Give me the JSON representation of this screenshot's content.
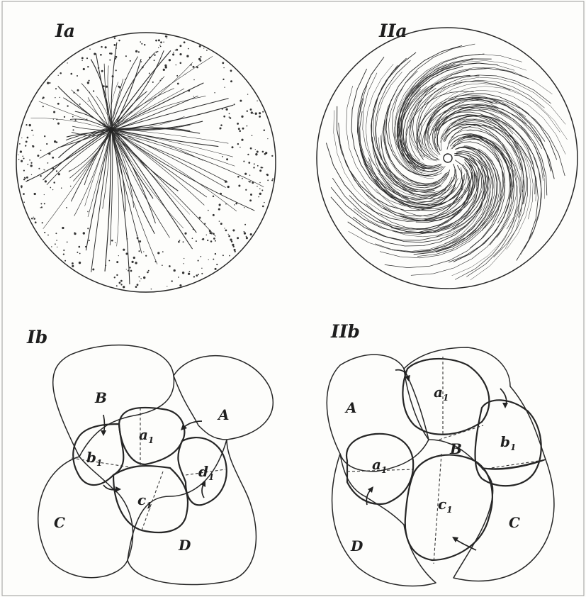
{
  "panels": [
    {
      "id": "Ia",
      "label": "Ia"
    },
    {
      "id": "IIa",
      "label": "IIa"
    },
    {
      "id": "Ib",
      "label": "Ib",
      "cells": [
        {
          "letter": "B",
          "sub": ""
        },
        {
          "letter": "A",
          "sub": ""
        },
        {
          "letter": "C",
          "sub": ""
        },
        {
          "letter": "D",
          "sub": ""
        },
        {
          "letter": "a",
          "sub": "1"
        },
        {
          "letter": "b",
          "sub": "1"
        },
        {
          "letter": "c",
          "sub": "1"
        },
        {
          "letter": "d",
          "sub": "1"
        }
      ]
    },
    {
      "id": "IIb",
      "label": "IIb",
      "cells": [
        {
          "letter": "A",
          "sub": ""
        },
        {
          "letter": "B",
          "sub": ""
        },
        {
          "letter": "C",
          "sub": ""
        },
        {
          "letter": "D",
          "sub": ""
        },
        {
          "letter": "a",
          "sub": "1"
        },
        {
          "letter": "b",
          "sub": "1"
        },
        {
          "letter": "a",
          "sub": "1"
        },
        {
          "letter": "c",
          "sub": "1"
        }
      ]
    }
  ],
  "colors": {
    "ink": "#262626",
    "paper": "#fdfdfb"
  }
}
